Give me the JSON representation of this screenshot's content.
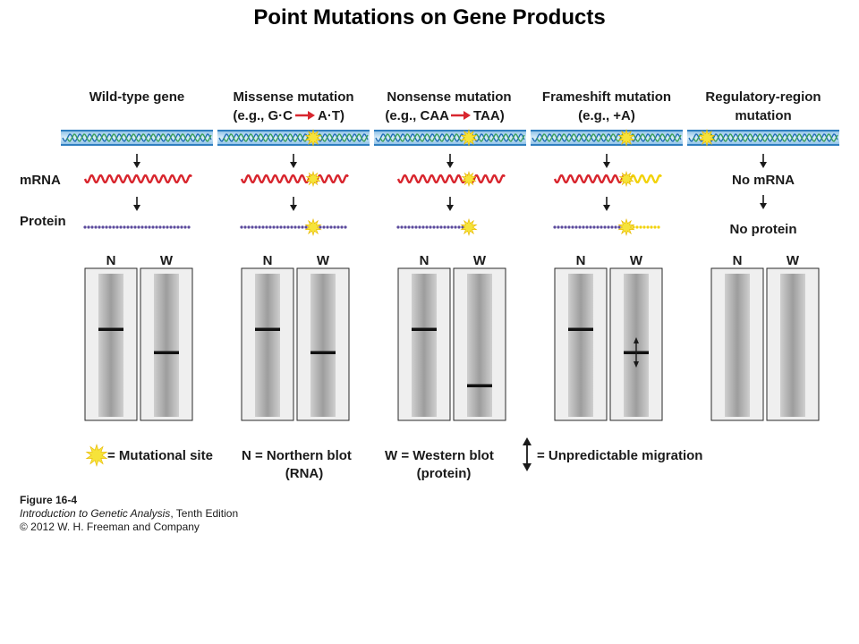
{
  "title": "Point Mutations on Gene Products",
  "columns": [
    {
      "heading": [
        "Wild-type gene",
        ""
      ],
      "mrna_result": "",
      "protein_result": "",
      "lanes": [
        "N",
        "W"
      ]
    },
    {
      "heading": [
        "Missense mutation",
        "(e.g., G·C",
        "A·T)"
      ],
      "mrna_result": "",
      "protein_result": "",
      "lanes": [
        "N",
        "W"
      ]
    },
    {
      "heading": [
        "Nonsense mutation",
        "(e.g., CAA",
        "TAA)"
      ],
      "mrna_result": "",
      "protein_result": "",
      "lanes": [
        "N",
        "W"
      ]
    },
    {
      "heading": [
        "Frameshift mutation",
        "(e.g., +A)"
      ],
      "mrna_result": "",
      "protein_result": "",
      "lanes": [
        "N",
        "W"
      ]
    },
    {
      "heading": [
        "Regulatory-region",
        "mutation"
      ],
      "mrna_result": "No mRNA",
      "protein_result": "No protein",
      "lanes": [
        "N",
        "W"
      ]
    }
  ],
  "row_labels": {
    "mrna": "mRNA",
    "protein": "Protein"
  },
  "legend": {
    "mutational_site": "= Mutational site",
    "northern": [
      "N = Northern blot",
      "(RNA)"
    ],
    "western": [
      "W = Western blot",
      "(protein)"
    ],
    "unpredictable": "= Unpredictable migration"
  },
  "caption": {
    "figure_number": "Figure 16-4",
    "book_title": "Introduction to Genetic Analysis",
    "edition": ", Tenth Edition",
    "copyright": "© 2012 W. H. Freeman and Company"
  },
  "colors": {
    "dna": "#2e8bcf",
    "mrna": "#d8262e",
    "protein": "#5b4a9c",
    "mutant_tail": "#f2d20b",
    "star": "#f6e33a",
    "band": "#111111"
  }
}
